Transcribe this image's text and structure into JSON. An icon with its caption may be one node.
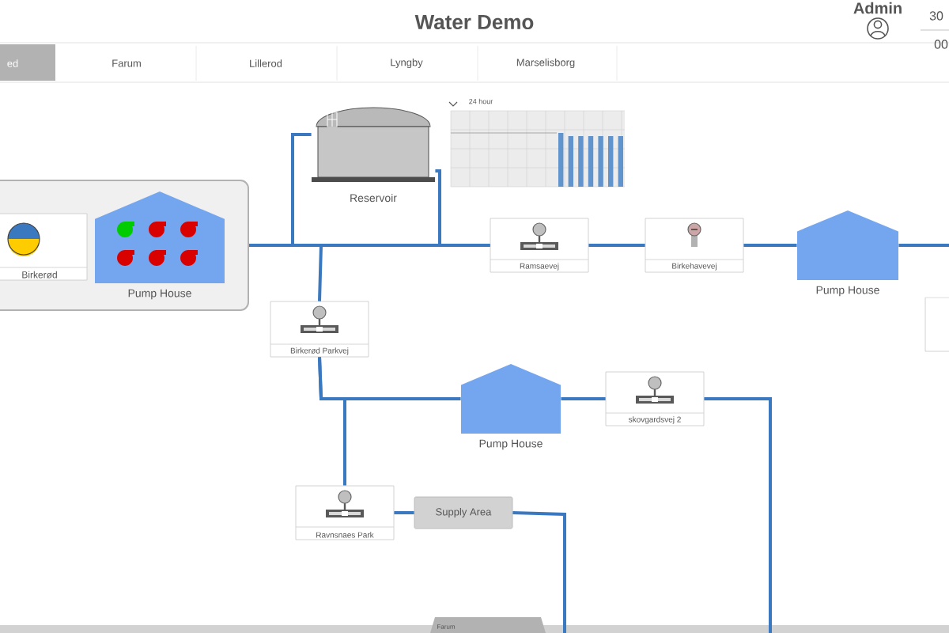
{
  "diagram": {
    "title": "Water Demo",
    "nodes": [
      {
        "text": [],
        "shape": "box"
      },
      {
        "text": [
          "Birkerød"
        ],
        "in": 0
      },
      {
        "text": [
          "Pump House"
        ],
        "in": 0
      },
      {
        "text": [
          "Reservoir"
        ]
      },
      {
        "text": [
          "Ramsaevej"
        ]
      },
      {
        "text": [
          "Birkehavevej"
        ]
      },
      {
        "text": [
          "Pump House"
        ]
      },
      {
        "text": [
          "Birkerød Parkvej"
        ]
      },
      {
        "text": [
          "Pump House"
        ]
      },
      {
        "text": [
          "skovgardsvej 2"
        ]
      },
      {
        "text": [
          "Ravnsnaes Park"
        ]
      },
      {
        "text": [
          "Supply Area"
        ]
      },
      {
        "text": [],
        "shape": "box"
      }
    ],
    "edges": [
      {
        "from": 0,
        "to": 3,
        "arrow": "none"
      },
      {
        "from": 3,
        "to": 4,
        "arrow": "none"
      },
      {
        "from": 0,
        "to": 4,
        "arrow": "none"
      },
      {
        "from": 0,
        "to": 7,
        "arrow": "none"
      },
      {
        "from": 4,
        "to": 5,
        "arrow": "none"
      },
      {
        "from": 5,
        "to": 6,
        "arrow": "none"
      },
      {
        "from": 6,
        "to": null,
        "arrow": "none"
      },
      {
        "from": 7,
        "to": 8,
        "arrow": "none"
      },
      {
        "from": 7,
        "to": 10,
        "arrow": "none"
      },
      {
        "from": 8,
        "to": 9,
        "arrow": "none"
      },
      {
        "from": 9,
        "to": null,
        "arrow": "none"
      },
      {
        "from": 10,
        "to": 11,
        "arrow": "none"
      },
      {
        "from": 11,
        "to": null,
        "arrow": "none"
      }
    ],
    "labels": [
      "Admin",
      "30",
      "00",
      "ed",
      "Farum",
      "Lillerod",
      "Lyngby",
      "Marselisborg",
      "24 hour",
      "Farum"
    ]
  }
}
